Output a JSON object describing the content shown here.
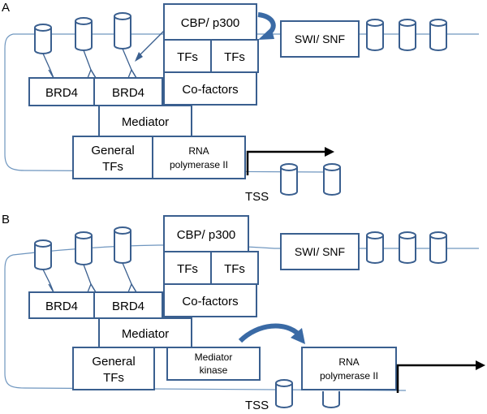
{
  "panels": [
    {
      "label": "A",
      "boxes": {
        "cbp": "CBP/ p300",
        "tfs_left": "TFs",
        "tfs_right": "TFs",
        "cofactors": "Co-factors",
        "swi_snf": "SWI/ SNF",
        "brd4_left": "BRD4",
        "brd4_right": "BRD4",
        "mediator": "Mediator",
        "general_tfs_line1": "General",
        "general_tfs_line2": "TFs",
        "rnapol_line1": "RNA",
        "rnapol_line2": "polymerase II"
      },
      "tss": "TSS"
    },
    {
      "label": "B",
      "boxes": {
        "cbp": "CBP/ p300",
        "tfs_left": "TFs",
        "tfs_right": "TFs",
        "cofactors": "Co-factors",
        "swi_snf": "SWI/ SNF",
        "brd4_left": "BRD4",
        "brd4_right": "BRD4",
        "mediator": "Mediator",
        "general_tfs_line1": "General",
        "general_tfs_line2": "TFs",
        "mediator_kinase_line1": "Mediator",
        "mediator_kinase_line2": "kinase",
        "rnapol_line1": "RNA",
        "rnapol_line2": "polymerase II"
      },
      "tss": "TSS"
    }
  ],
  "colors": {
    "box_stroke": "#3a5f8f",
    "dna_line": "#6f96bf",
    "arrow_fill": "#3a6aa5",
    "tss_arrow": "#000000"
  }
}
